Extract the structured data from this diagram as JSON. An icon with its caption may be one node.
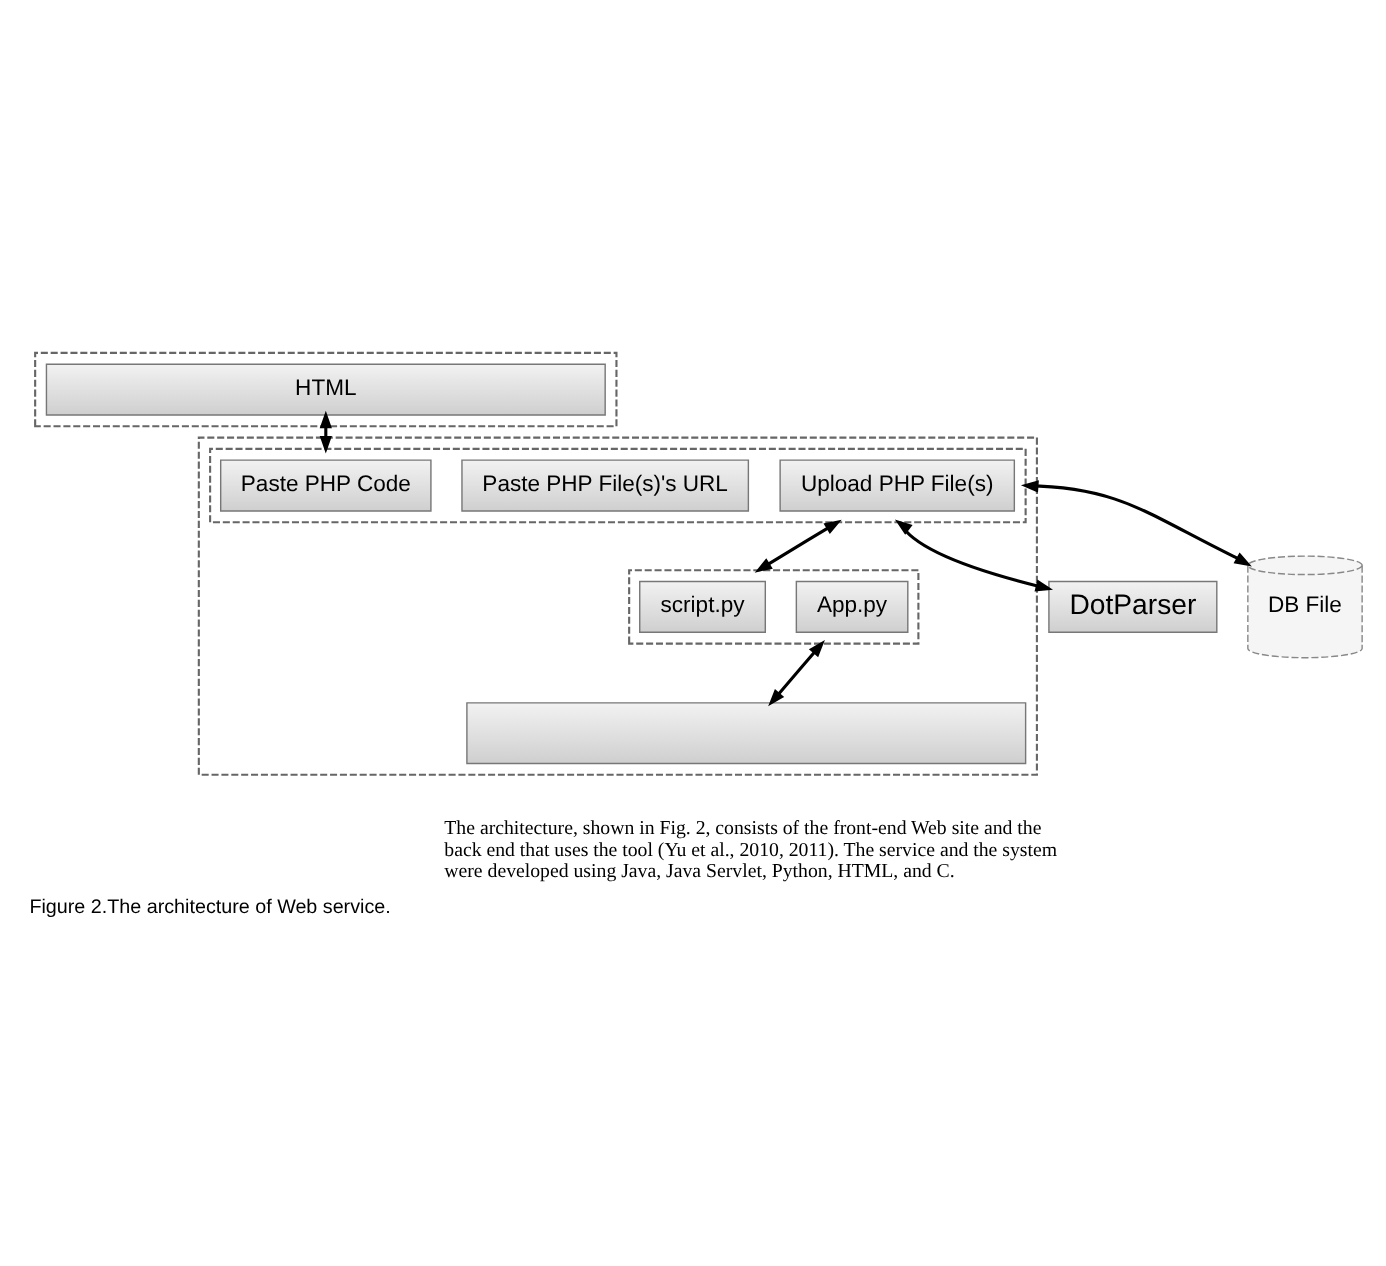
{
  "diagram": {
    "caption": "Figure 2.The architecture of Web service.",
    "nodes": [
      {
        "text": [],
        "shape": "box"
      },
      {
        "text": [
          "HTML"
        ],
        "in": 0
      },
      {
        "text": [],
        "shape": "box"
      },
      {
        "text": [],
        "shape": "box",
        "in": 2
      },
      {
        "text": [
          "Paste PHP Code"
        ],
        "in": 3
      },
      {
        "text": [
          "Paste PHP File(s)'s URL"
        ],
        "in": 3
      },
      {
        "text": [
          "Upload PHP File(s)"
        ],
        "in": 3
      },
      {
        "text": [
          "DB File"
        ]
      },
      {
        "text": [],
        "shape": "box",
        "in": 2
      },
      {
        "text": [
          "script.py"
        ],
        "in": 8
      },
      {
        "text": [
          "App.py"
        ],
        "in": 8
      },
      {
        "text": [
          "DotParser"
        ]
      },
      {
        "text": [],
        "shape": "box",
        "in": 2
      }
    ],
    "edges": [
      {
        "from": 1,
        "to": 3,
        "arrow": "both"
      },
      {
        "from": 3,
        "to": 7,
        "arrow": "both"
      },
      {
        "from": 3,
        "to": 11,
        "arrow": "both"
      },
      {
        "from": 3,
        "to": 8,
        "arrow": "both"
      },
      {
        "from": 8,
        "to": 12,
        "arrow": "both"
      }
    ],
    "labels": [
      "The architecture, shown in Fig. 2, consists of the front-end Web site and the back end that uses the tool (Yu et al., 2010, 2011). The service and the system were developed using Java, Java Servlet, Python, HTML, and C."
    ]
  }
}
